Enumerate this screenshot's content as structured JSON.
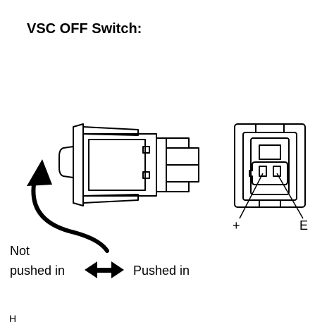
{
  "title": "VSC OFF Switch:",
  "labels": {
    "not_pushed_line1": "Not",
    "not_pushed_line2": "pushed in",
    "pushed_in": "Pushed in",
    "terminal_plus": "+",
    "terminal_e": "E"
  },
  "figure_id": "H"
}
